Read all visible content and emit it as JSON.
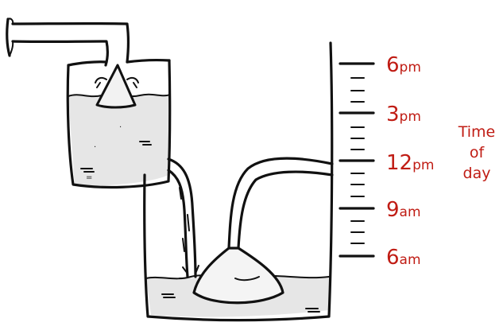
{
  "scale": {
    "ticks": [
      {
        "label": "6pm",
        "big": "6",
        "small": "pm"
      },
      {
        "label": "3pm",
        "big": "3",
        "small": "pm"
      },
      {
        "label": "12pm",
        "big": "12",
        "small": "pm"
      },
      {
        "label": "9am",
        "big": "9",
        "small": "am"
      },
      {
        "label": "6am",
        "big": "6",
        "small": "am"
      }
    ]
  },
  "axis_title": {
    "line1": "Time",
    "line2": "of",
    "line3": "day"
  },
  "colors": {
    "label": "#c01c14",
    "ink": "#111111",
    "water": "#e6e6e6"
  },
  "icons": [
    "faucet-pipe-icon",
    "float-cone-icon",
    "siphon-tube-icon",
    "drip-stream-icon"
  ]
}
